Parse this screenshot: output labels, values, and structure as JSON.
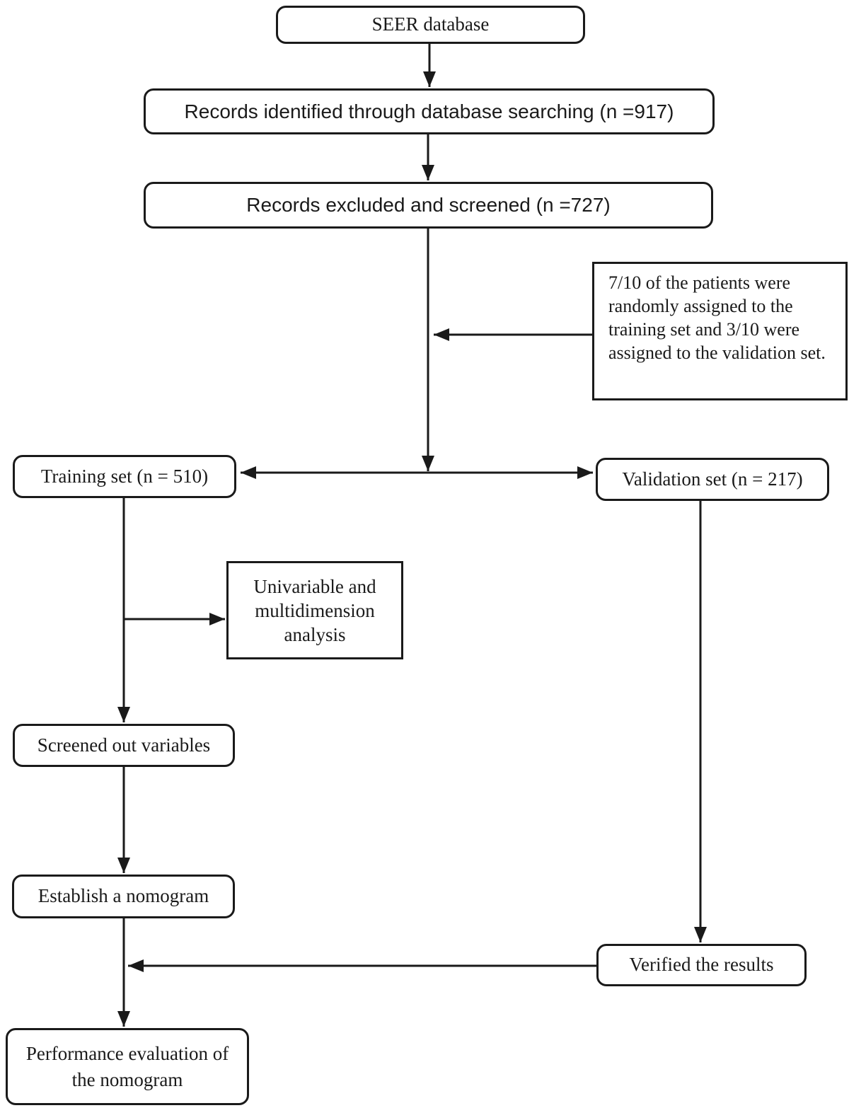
{
  "diagram": {
    "type": "flowchart",
    "colors": {
      "border": "#1a1a1a",
      "text": "#1a1a1a",
      "arrow": "#1a1a1a",
      "background": "#ffffff"
    },
    "nodes": {
      "seer": "SEER database",
      "identified": "Records identified through database searching (n =917)",
      "excluded": "Records excluded and screened (n =727)",
      "split_note": "7/10 of the patients were randomly assigned to the training set and 3/10 were assigned to the validation set.",
      "training": "Training set (n = 510)",
      "validation": "Validation set (n = 217)",
      "analysis": "Univariable and multidimension analysis",
      "screened": "Screened out variables",
      "establish": "Establish a nomogram",
      "verified": "Verified the results",
      "performance": "Performance evaluation of the nomogram"
    },
    "edges": [
      {
        "from": "seer",
        "to": "identified"
      },
      {
        "from": "identified",
        "to": "excluded"
      },
      {
        "from": "excluded",
        "to": "split-junction"
      },
      {
        "from": "split_note",
        "to": "excluded-split-line"
      },
      {
        "from": "split-junction",
        "to": "training"
      },
      {
        "from": "split-junction",
        "to": "validation"
      },
      {
        "from": "training",
        "to": "analysis"
      },
      {
        "from": "training",
        "to": "screened"
      },
      {
        "from": "screened",
        "to": "establish"
      },
      {
        "from": "establish",
        "to": "performance"
      },
      {
        "from": "validation",
        "to": "verified"
      },
      {
        "from": "verified",
        "to": "establish-performance-line"
      }
    ]
  }
}
